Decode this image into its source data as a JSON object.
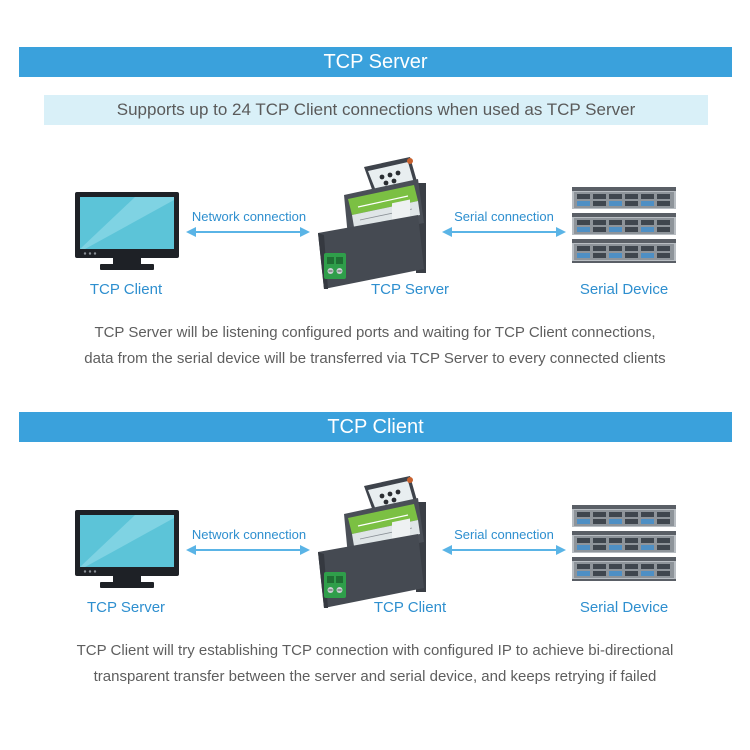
{
  "server_section": {
    "banner": "TCP Server",
    "subtitle": "Supports up to 24 TCP Client connections when used as TCP Server",
    "left_label": "TCP Client",
    "center_label": "TCP Server",
    "right_label": "Serial Device",
    "network_label": "Network connection",
    "serial_label": "Serial connection",
    "description_line1": "TCP Server will be listening configured ports and waiting for TCP Client connections,",
    "description_line2": "data from the serial device will be transferred via TCP Server to every connected clients"
  },
  "client_section": {
    "banner": "TCP Client",
    "left_label": "TCP Server",
    "center_label": "TCP Client",
    "right_label": "Serial Device",
    "network_label": "Network connection",
    "serial_label": "Serial connection",
    "description_line1": "TCP Client will try establishing TCP connection with configured IP to achieve bi-directional",
    "description_line2": "transparent transfer between the server and serial device, and keeps retrying if failed"
  },
  "colors": {
    "banner_bg": "#3aa1dc",
    "subbanner_bg": "#d9f0f8",
    "label_blue": "#2e8fcf",
    "arrow_blue": "#5ab4e6",
    "screen_cyan": "#5cc4d8",
    "device_body": "#4a4f57",
    "device_green": "#7bc043",
    "terminal_green": "#2f9e4a"
  },
  "icons": {
    "monitor": "monitor-icon",
    "device": "serial-server-device-icon",
    "rack": "server-rack-icon",
    "arrow": "double-arrow-icon"
  }
}
